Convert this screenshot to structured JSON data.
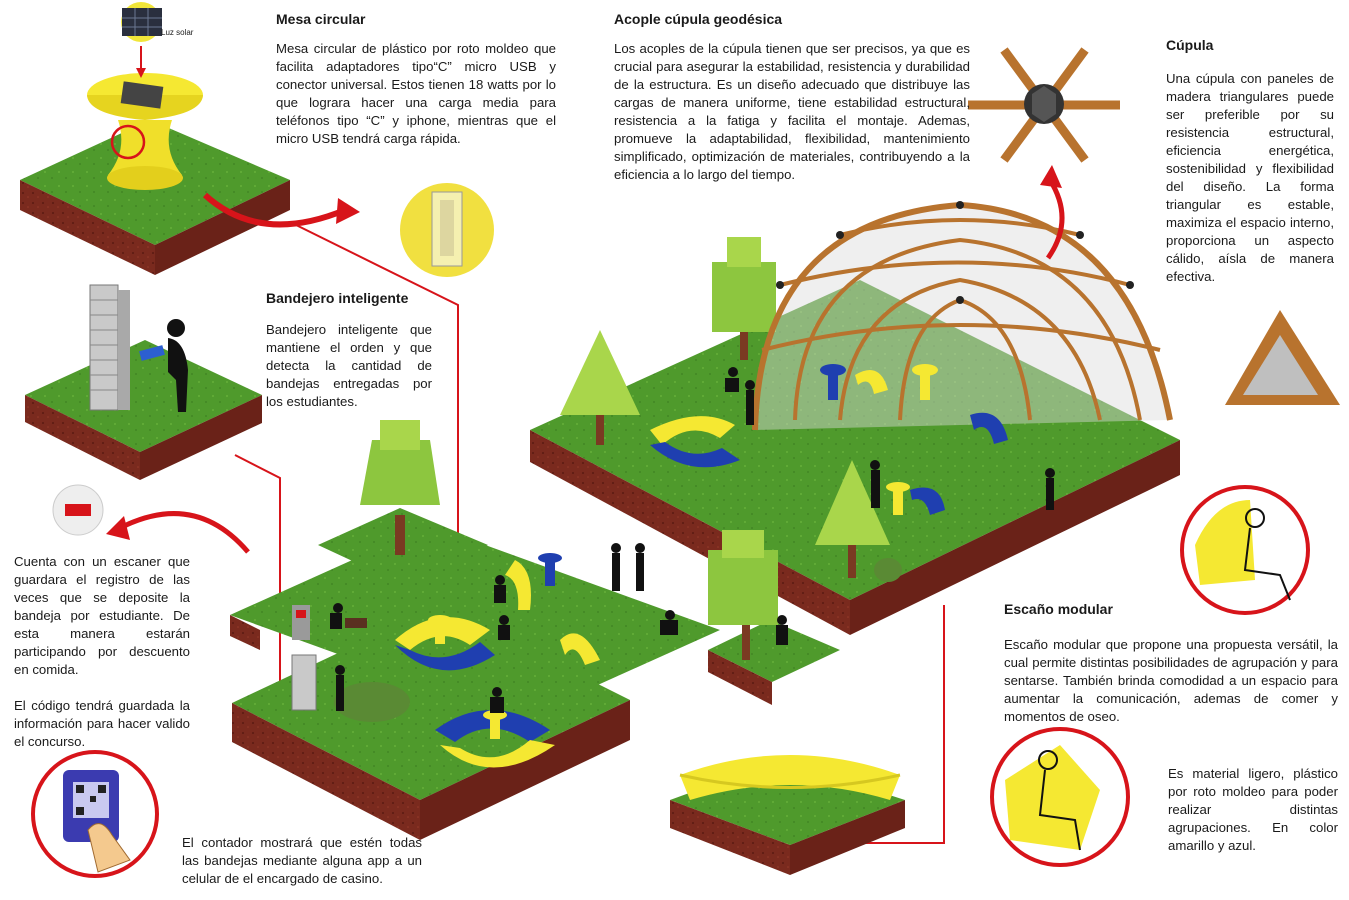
{
  "solar_label": "Luz solar",
  "mesa": {
    "title": "Mesa circular",
    "text": "Mesa circular de plástico por roto moldeo que facilita adaptadores tipo“C” micro USB y conector universal. Estos tienen 18 watts por lo que lograra hacer una carga media para teléfonos tipo “C” y iphone, mientras que el micro USB tendrá carga rápida."
  },
  "cupula_acople": {
    "title": "Acople cúpula geodésica",
    "text": "Los acoples de la cúpula tienen que ser precisos, ya que es crucial para asegurar la estabilidad, resistencia y durabilidad de la estructura. Es un diseño adecuado que distribuye las cargas de manera uniforme, tiene estabilidad estructural, resistencia a la fatiga y facilita el montaje. Ademas, promueve la adaptabilidad, flexibilidad, mantenimiento simplificado, optimización de materiales, contribuyendo a la eficiencia a lo largo del tiempo."
  },
  "cupula": {
    "title": "Cúpula",
    "text": "Una cúpula con paneles de madera triangulares puede ser preferible por su resistencia estructural, eficiencia energética, sostenibilidad y flexibilidad del diseño. La forma triangular es estable, maximiza el espacio interno, proporciona un aspecto cálido, aísla de manera efectiva."
  },
  "bandejero": {
    "title": "Bandejero inteligente",
    "text": "Bandejero inteligente que mantiene el orden y que detecta la cantidad de bandejas entregadas por los estudiantes."
  },
  "escaner": {
    "text1": "Cuenta con un escaner que guardara el registro de las veces que se deposite la bandeja por estudiante. De esta manera estarán participando por descuento en comida.",
    "text2": "El código tendrá guardada la información para hacer valido el concurso."
  },
  "contador": {
    "text": "El contador mostrará que estén todas las bandejas mediante alguna app a un celular de el encargado de casino."
  },
  "escano": {
    "title": "Escaño modular",
    "text": "Escaño modular que propone una propuesta versátil, la cual permite distintas posibilidades de agrupación y para sentarse. También brinda comodidad a un espacio para aumentar la comunicación, ademas de comer y momentos de oseo."
  },
  "material": {
    "text": "Es material ligero, plástico por roto moldeo para poder realizar distintas agrupaciones. En color amarillo y azul."
  },
  "colors": {
    "accent_red": "#d7141a",
    "grass": "#4f9a2c",
    "soil": "#7a2a1e",
    "yellow": "#f5e832",
    "blue": "#1f3fb0",
    "wood": "#b8732e"
  }
}
